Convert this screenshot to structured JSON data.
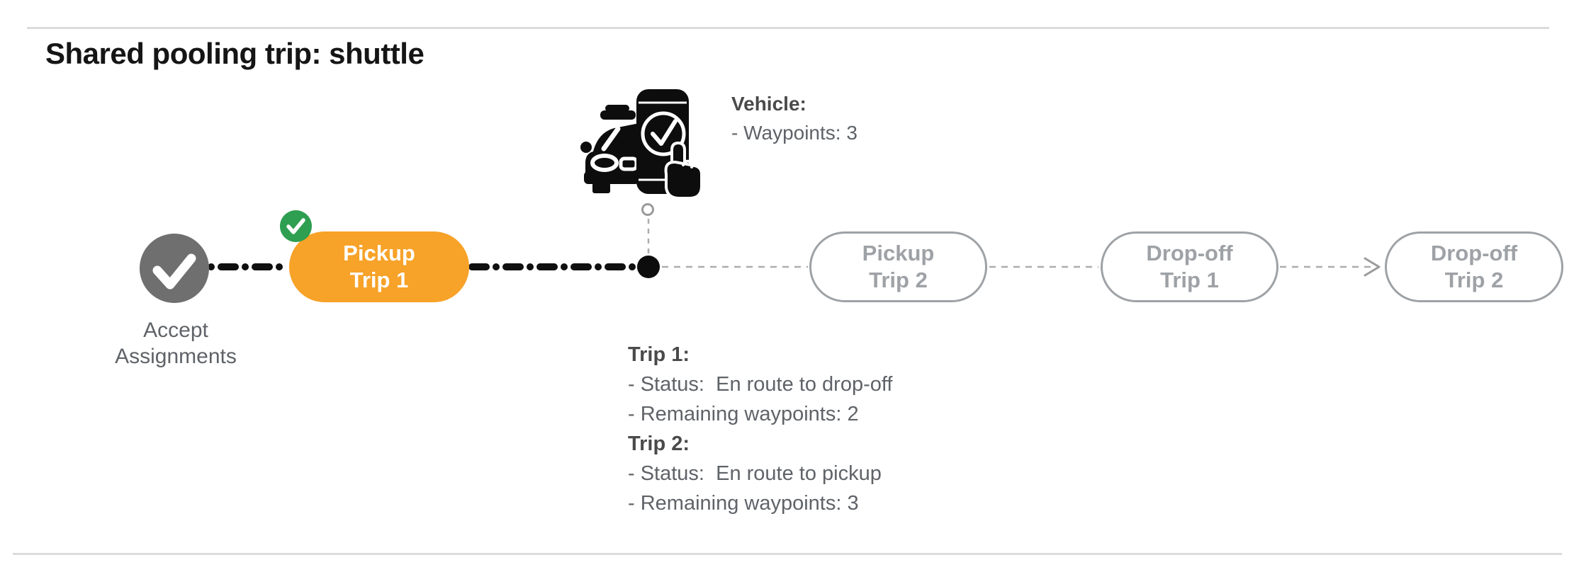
{
  "title": "Shared pooling trip: shuttle",
  "colors": {
    "accent_orange": "#f7a228",
    "accent_green": "#2e9e50",
    "node_gray": "#6f6f6f",
    "outline_gray": "#9ea2a6",
    "text_gray": "#5f6368",
    "line_black": "#101010"
  },
  "vehicle": {
    "heading": "Vehicle:",
    "waypoints_line": "- Waypoints: 3"
  },
  "timeline": {
    "accept": {
      "label_line1": "Accept",
      "label_line2": "Assignments"
    },
    "pills": [
      {
        "line1": "Pickup",
        "line2": "Trip 1",
        "state": "current"
      },
      {
        "line1": "Pickup",
        "line2": "Trip 2",
        "state": "upcoming"
      },
      {
        "line1": "Drop-off",
        "line2": "Trip 1",
        "state": "upcoming"
      },
      {
        "line1": "Drop-off",
        "line2": "Trip 2",
        "state": "upcoming"
      }
    ]
  },
  "trip_info": {
    "trip1_heading": "Trip 1:",
    "trip1_status": "- Status:  En route to drop-off",
    "trip1_waypoints": "- Remaining waypoints: 2",
    "trip2_heading": "Trip 2:",
    "trip2_status": "- Status:  En route to pickup",
    "trip2_waypoints": "- Remaining waypoints: 3"
  }
}
